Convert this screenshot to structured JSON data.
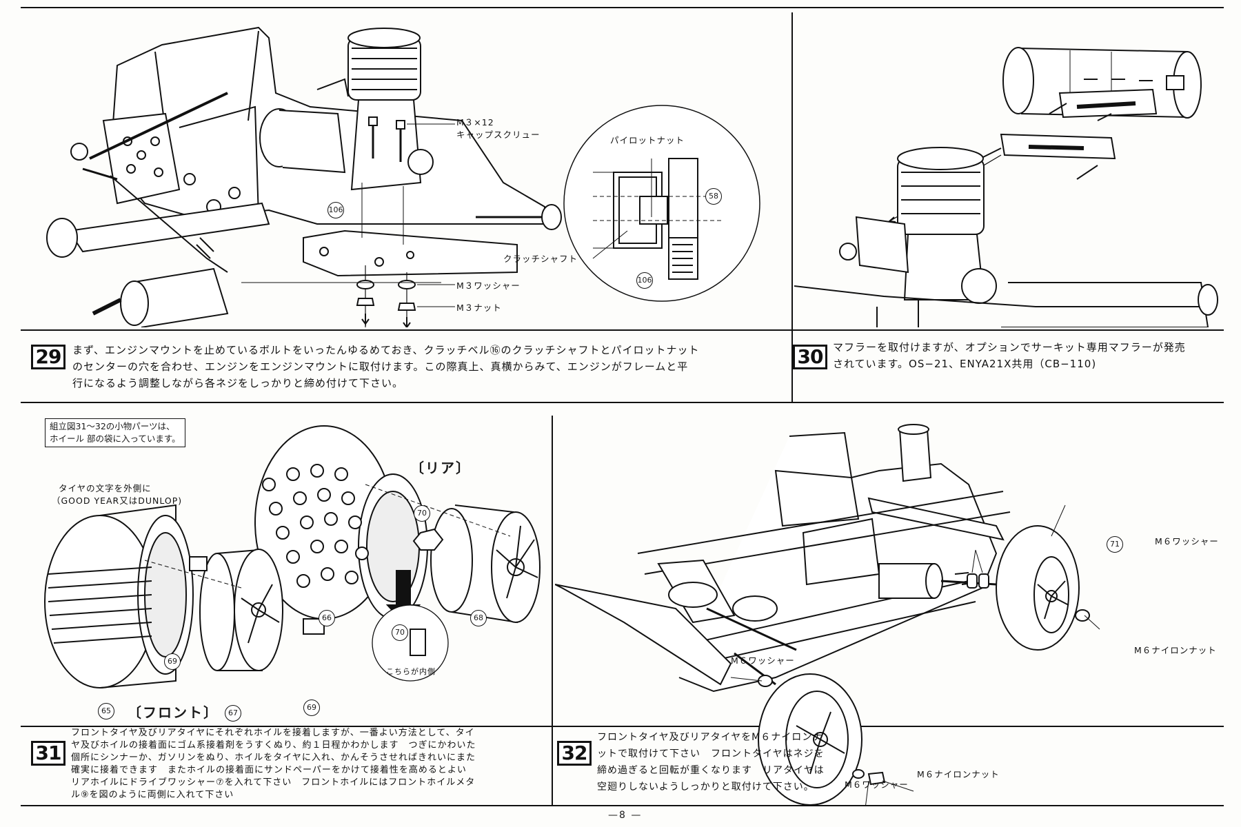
{
  "page_number": "—8 —",
  "note_box": {
    "line1": "組立図31～32の小物パーツは、",
    "line2": "ホイール 部の袋に入っています。"
  },
  "step29": {
    "number": "29",
    "text_lines": [
      "まず、エンジンマウントを止めているボルトをいったんゆるめておき、クラッチベル⑯のクラッチシャフトとパイロットナット",
      "のセンターの穴を合わせ、エンジンをエンジンマウントに取付けます。この際真上、真横からみて、エンジンがフレームと平",
      "行になるよう調整しながら各ネジをしっかりと締め付けて下さい。"
    ],
    "labels": {
      "screw_size": "M３×12",
      "screw_name": "キャップスクリュー",
      "washer": "M３ワッシャー",
      "nut": "M３ナット",
      "pilot_nut": "パイロットナット",
      "clutch_shaft": "クラッチシャフト"
    },
    "parts": [
      "106",
      "58",
      "106"
    ]
  },
  "step30": {
    "number": "30",
    "text_lines": [
      "マフラーを取付けますが、オプションでサーキット専用マフラーが発売",
      "されています。OS−21、ENYA21X共用（CB−110)"
    ]
  },
  "step31": {
    "number": "31",
    "text_lines": [
      "フロントタイヤ及びリアタイヤにそれぞれホイルを接着しますが、一番よい方法として、タイ",
      "ヤ及びホイルの接着面にゴム系接着剤をうすくぬり、約１日程かわかします　つぎにかわいた",
      "個所にシンナーか、ガソリンをぬり、ホイルをタイヤに入れ、かんそうさせればきれいにまた",
      "確実に接着できます　またホイルの接着面にサンドペーパーをかけて接着性を高めるとよい",
      "リアホイルにドライブワッシャー⑦を入れて下さい　フロントホイルにはフロントホイルメタ",
      "ル⑨を図のように両側に入れて下さい"
    ],
    "labels": {
      "tire_note1": "タイヤの文字を外側に",
      "tire_note2": "（GOOD YEAR又はDUNLOP)",
      "rear": "〔リア〕",
      "front": "〔フロント〕",
      "inside": "こちらが内側",
      "brand": "GOOD YEAR"
    },
    "parts": {
      "p70a": "70",
      "p70b": "70",
      "p66": "66",
      "p68": "68",
      "p69a": "69",
      "p69b": "69",
      "p65": "65",
      "p67": "67"
    }
  },
  "step32": {
    "number": "32",
    "text_lines": [
      "フロントタイヤ及びリアタイヤをM６ナイロンナ",
      "ットで取付けて下さい　フロントタイヤはネジを",
      "締め過ぎると回転が重くなります　リアタイヤは",
      "空廻りしないようしっかりと取付けて下さい。"
    ],
    "labels": {
      "washer_a": "M６ワッシャー",
      "washer_b": "M６ワッシャー",
      "washer_c": "M６ワッシャー",
      "nylon_nut_a": "M６ナイロンナット",
      "nylon_nut_b": "M６ナイロンナット"
    },
    "parts": [
      "71"
    ]
  }
}
